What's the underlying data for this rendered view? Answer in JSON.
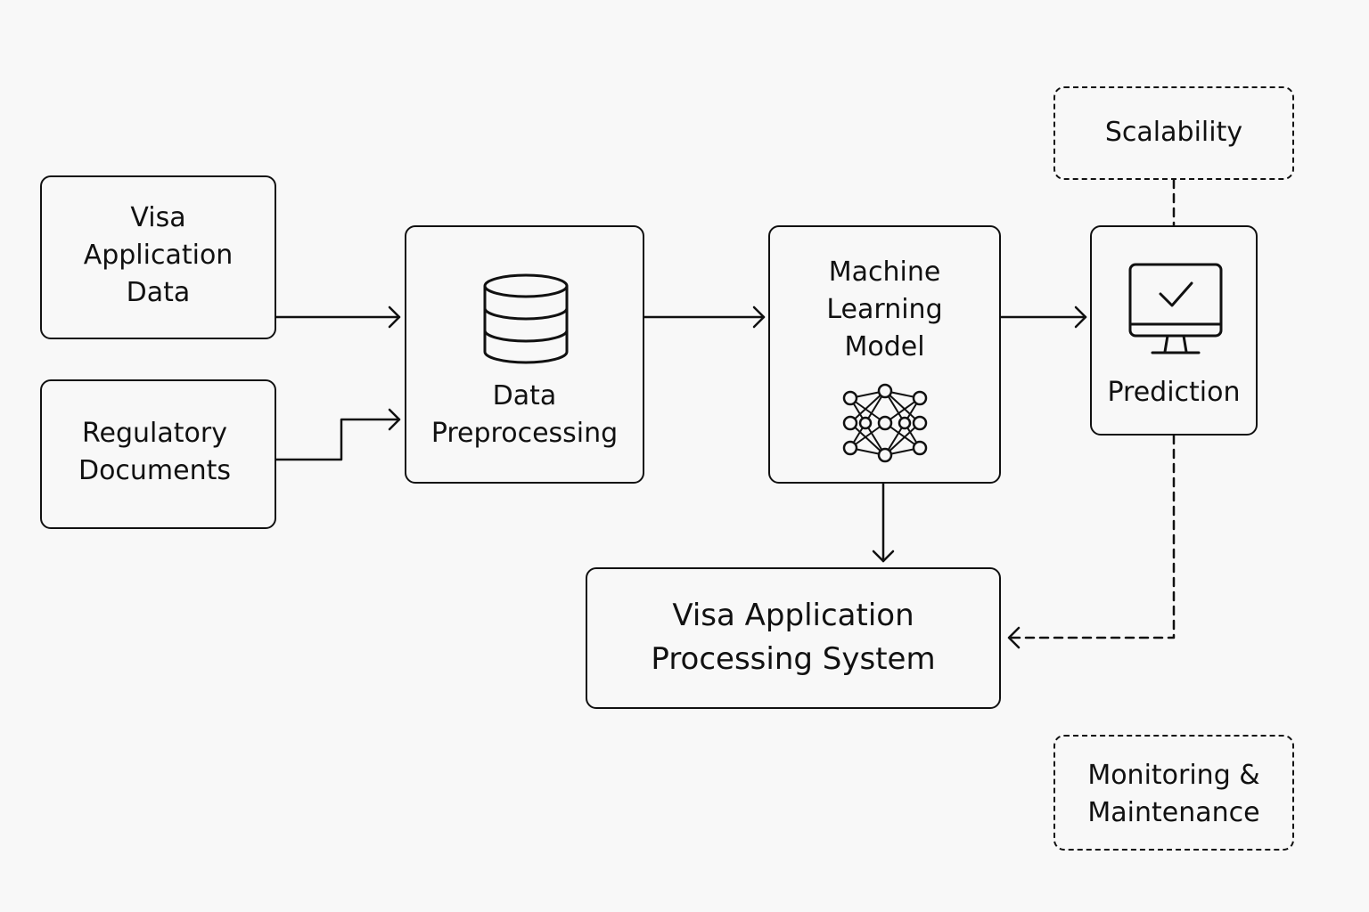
{
  "nodes": {
    "visa_data": {
      "label": "Visa\nApplication\nData"
    },
    "regulatory": {
      "label": "Regulatory\nDocuments"
    },
    "preprocessing": {
      "label": "Data\nPreprocessing",
      "icon": "database-icon"
    },
    "ml_model": {
      "label": "Machine\nLearning\nModel",
      "icon": "neural-network-icon"
    },
    "prediction": {
      "label": "Prediction",
      "icon": "monitor-check-icon"
    },
    "system": {
      "label": "Visa Application\nProcessing System"
    },
    "scalability": {
      "label": "Scalability"
    },
    "monitoring": {
      "label": "Monitoring &\nMaintenance"
    }
  },
  "edges": [
    {
      "from": "visa_data",
      "to": "preprocessing",
      "style": "solid"
    },
    {
      "from": "regulatory",
      "to": "preprocessing",
      "style": "solid"
    },
    {
      "from": "preprocessing",
      "to": "ml_model",
      "style": "solid"
    },
    {
      "from": "ml_model",
      "to": "prediction",
      "style": "solid"
    },
    {
      "from": "ml_model",
      "to": "system",
      "style": "solid"
    },
    {
      "from": "prediction",
      "to": "system",
      "style": "dashed"
    },
    {
      "from": "scalability",
      "to": "prediction",
      "style": "dashed"
    }
  ],
  "colors": {
    "stroke": "#111111",
    "background": "#f8f8f8"
  }
}
